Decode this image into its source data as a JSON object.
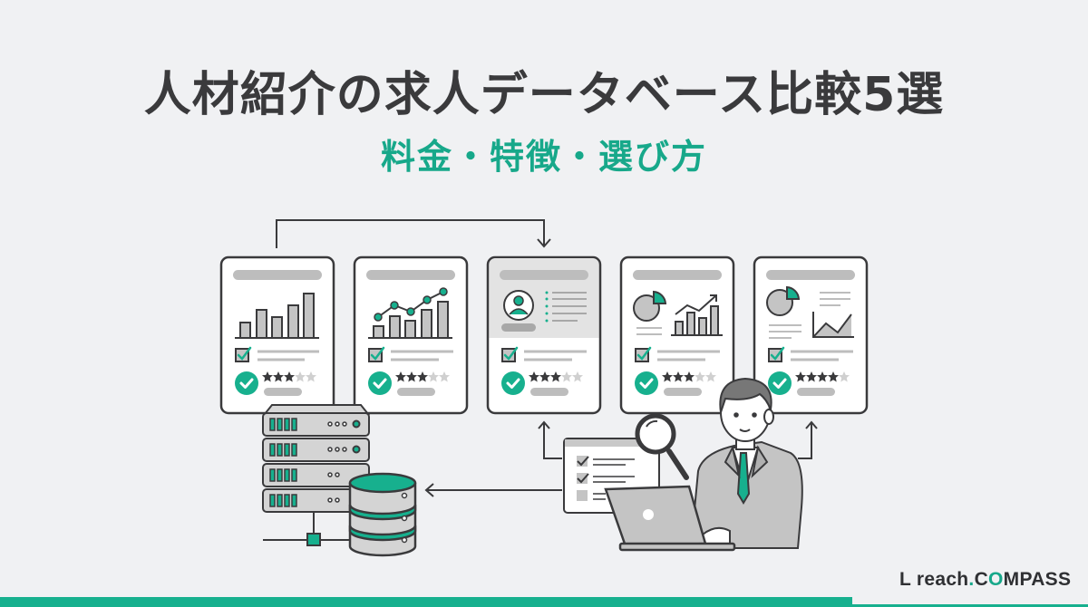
{
  "header": {
    "title": "人材紹介の求人データベース比較5選",
    "subtitle": "料金・特徴・選び方"
  },
  "colors": {
    "background": "#f0f1f3",
    "accent": "#17a88a",
    "title_text": "#3a3a3c",
    "card_border": "#3a3a3c",
    "card_fill": "#ffffff",
    "placeholder_gray": "#b8b8b8"
  },
  "illustration": {
    "cards": [
      {
        "chart": "bar-chart-icon",
        "rating": 3,
        "max_rating": 5
      },
      {
        "chart": "bar-line-chart-icon",
        "rating": 3,
        "max_rating": 5
      },
      {
        "chart": "profile-card-icon",
        "rating": 3,
        "max_rating": 5
      },
      {
        "chart": "pie-and-growth-chart-icon",
        "rating": 3,
        "max_rating": 5
      },
      {
        "chart": "pie-and-area-chart-icon",
        "rating": 4,
        "max_rating": 5
      }
    ],
    "elements": [
      "server-rack-icon",
      "database-icon",
      "checklist-window-icon",
      "magnifier-icon",
      "businessman-with-laptop"
    ]
  },
  "footer": {
    "logo_part1": "L reach",
    "logo_dot": ".",
    "logo_c": "C",
    "logo_o": "O",
    "logo_rest": "MPASS"
  }
}
